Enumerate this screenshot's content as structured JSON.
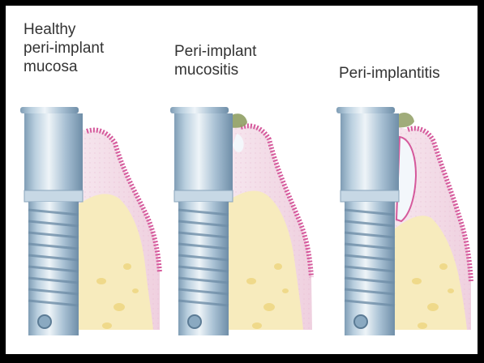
{
  "panels": [
    {
      "id": "healthy",
      "label_lines": [
        "Healthy",
        "peri-implant",
        "mucosa"
      ]
    },
    {
      "id": "mucositis",
      "label_lines": [
        "Peri-implant",
        "mucositis"
      ]
    },
    {
      "id": "peri-implantitis",
      "label_lines": [
        "Peri-implantitis"
      ]
    }
  ],
  "colors": {
    "implant_light": "#dbe8f1",
    "implant_mid": "#a9c1d4",
    "implant_dark": "#6f8ea8",
    "soft_tissue": "#f1d7e3",
    "soft_tissue_edge": "#d55a9c",
    "bone": "#f7ebbd",
    "bone_spots": "#efd98a",
    "inflammation": "#8f9e63",
    "pocket": "#f3f7fb"
  }
}
